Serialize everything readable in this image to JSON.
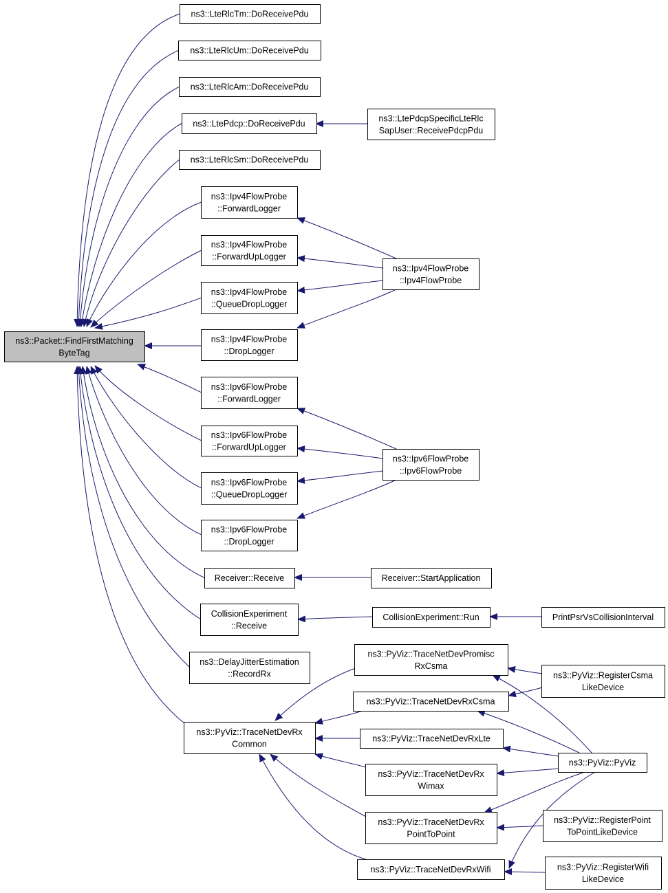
{
  "colors": {
    "edge": "#191970",
    "node_border": "#000000",
    "node_fill": "#ffffff",
    "focus_fill": "#bfbfbf",
    "text": "#000000"
  },
  "nodes": [
    {
      "id": "focus",
      "lines": [
        "ns3::Packet::FindFirstMatching",
        "ByteTag"
      ],
      "focus": true
    },
    {
      "id": "rlc_tm",
      "lines": [
        "ns3::LteRlcTm::DoReceivePdu"
      ]
    },
    {
      "id": "rlc_um",
      "lines": [
        "ns3::LteRlcUm::DoReceivePdu"
      ]
    },
    {
      "id": "rlc_am",
      "lines": [
        "ns3::LteRlcAm::DoReceivePdu"
      ]
    },
    {
      "id": "pdcp",
      "lines": [
        "ns3::LtePdcp::DoReceivePdu"
      ]
    },
    {
      "id": "pdcp_sap",
      "lines": [
        "ns3::LtePdcpSpecificLteRlc",
        "SapUser::ReceivePdcpPdu"
      ]
    },
    {
      "id": "rlc_sm",
      "lines": [
        "ns3::LteRlcSm::DoReceivePdu"
      ]
    },
    {
      "id": "v4_fwd",
      "lines": [
        "ns3::Ipv4FlowProbe",
        "::ForwardLogger"
      ]
    },
    {
      "id": "v4_fwdup",
      "lines": [
        "ns3::Ipv4FlowProbe",
        "::ForwardUpLogger"
      ]
    },
    {
      "id": "v4_qdrop",
      "lines": [
        "ns3::Ipv4FlowProbe",
        "::QueueDropLogger"
      ]
    },
    {
      "id": "v4_drop",
      "lines": [
        "ns3::Ipv4FlowProbe",
        "::DropLogger"
      ]
    },
    {
      "id": "v4_ctor",
      "lines": [
        "ns3::Ipv4FlowProbe",
        "::Ipv4FlowProbe"
      ]
    },
    {
      "id": "v6_fwd",
      "lines": [
        "ns3::Ipv6FlowProbe",
        "::ForwardLogger"
      ]
    },
    {
      "id": "v6_fwdup",
      "lines": [
        "ns3::Ipv6FlowProbe",
        "::ForwardUpLogger"
      ]
    },
    {
      "id": "v6_qdrop",
      "lines": [
        "ns3::Ipv6FlowProbe",
        "::QueueDropLogger"
      ]
    },
    {
      "id": "v6_drop",
      "lines": [
        "ns3::Ipv6FlowProbe",
        "::DropLogger"
      ]
    },
    {
      "id": "v6_ctor",
      "lines": [
        "ns3::Ipv6FlowProbe",
        "::Ipv6FlowProbe"
      ]
    },
    {
      "id": "recv",
      "lines": [
        "Receiver::Receive"
      ]
    },
    {
      "id": "recv_start",
      "lines": [
        "Receiver::StartApplication"
      ]
    },
    {
      "id": "coll_recv",
      "lines": [
        "CollisionExperiment",
        "::Receive"
      ]
    },
    {
      "id": "coll_run",
      "lines": [
        "CollisionExperiment::Run"
      ]
    },
    {
      "id": "print_psr",
      "lines": [
        "PrintPsrVsCollisionInterval"
      ]
    },
    {
      "id": "delay",
      "lines": [
        "ns3::DelayJitterEstimation",
        "::RecordRx"
      ]
    },
    {
      "id": "tr_common",
      "lines": [
        "ns3::PyViz::TraceNetDevRx",
        "Common"
      ]
    },
    {
      "id": "tr_promisc",
      "lines": [
        "ns3::PyViz::TraceNetDevPromisc",
        "RxCsma"
      ]
    },
    {
      "id": "reg_csma",
      "lines": [
        "ns3::PyViz::RegisterCsma",
        "LikeDevice"
      ]
    },
    {
      "id": "tr_csma",
      "lines": [
        "ns3::PyViz::TraceNetDevRxCsma"
      ]
    },
    {
      "id": "tr_lte",
      "lines": [
        "ns3::PyViz::TraceNetDevRxLte"
      ]
    },
    {
      "id": "pyviz",
      "lines": [
        "ns3::PyViz::PyViz"
      ]
    },
    {
      "id": "tr_wimax",
      "lines": [
        "ns3::PyViz::TraceNetDevRx",
        "Wimax"
      ]
    },
    {
      "id": "tr_p2p",
      "lines": [
        "ns3::PyViz::TraceNetDevRx",
        "PointToPoint"
      ]
    },
    {
      "id": "reg_p2p",
      "lines": [
        "ns3::PyViz::RegisterPoint",
        "ToPointLikeDevice"
      ]
    },
    {
      "id": "tr_wifi",
      "lines": [
        "ns3::PyViz::TraceNetDevRxWifi"
      ]
    },
    {
      "id": "reg_wifi",
      "lines": [
        "ns3::PyViz::RegisterWifi",
        "LikeDevice"
      ]
    }
  ],
  "edges": [
    {
      "from": "rlc_tm",
      "to": "focus"
    },
    {
      "from": "rlc_um",
      "to": "focus"
    },
    {
      "from": "rlc_am",
      "to": "focus"
    },
    {
      "from": "pdcp",
      "to": "focus"
    },
    {
      "from": "rlc_sm",
      "to": "focus"
    },
    {
      "from": "v4_fwd",
      "to": "focus"
    },
    {
      "from": "v4_fwdup",
      "to": "focus"
    },
    {
      "from": "v4_qdrop",
      "to": "focus"
    },
    {
      "from": "v4_drop",
      "to": "focus"
    },
    {
      "from": "v6_fwd",
      "to": "focus"
    },
    {
      "from": "v6_fwdup",
      "to": "focus"
    },
    {
      "from": "v6_qdrop",
      "to": "focus"
    },
    {
      "from": "v6_drop",
      "to": "focus"
    },
    {
      "from": "recv",
      "to": "focus"
    },
    {
      "from": "coll_recv",
      "to": "focus"
    },
    {
      "from": "delay",
      "to": "focus"
    },
    {
      "from": "tr_common",
      "to": "focus"
    },
    {
      "from": "pdcp_sap",
      "to": "pdcp"
    },
    {
      "from": "v4_ctor",
      "to": "v4_fwd"
    },
    {
      "from": "v4_ctor",
      "to": "v4_fwdup"
    },
    {
      "from": "v4_ctor",
      "to": "v4_qdrop"
    },
    {
      "from": "v4_ctor",
      "to": "v4_drop"
    },
    {
      "from": "v6_ctor",
      "to": "v6_fwd"
    },
    {
      "from": "v6_ctor",
      "to": "v6_fwdup"
    },
    {
      "from": "v6_ctor",
      "to": "v6_qdrop"
    },
    {
      "from": "v6_ctor",
      "to": "v6_drop"
    },
    {
      "from": "recv_start",
      "to": "recv"
    },
    {
      "from": "coll_run",
      "to": "coll_recv"
    },
    {
      "from": "print_psr",
      "to": "coll_run"
    },
    {
      "from": "tr_promisc",
      "to": "tr_common"
    },
    {
      "from": "tr_csma",
      "to": "tr_common"
    },
    {
      "from": "tr_lte",
      "to": "tr_common"
    },
    {
      "from": "tr_wimax",
      "to": "tr_common"
    },
    {
      "from": "tr_p2p",
      "to": "tr_common"
    },
    {
      "from": "tr_wifi",
      "to": "tr_common"
    },
    {
      "from": "reg_csma",
      "to": "tr_promisc"
    },
    {
      "from": "reg_csma",
      "to": "tr_csma"
    },
    {
      "from": "pyviz",
      "to": "tr_promisc"
    },
    {
      "from": "pyviz",
      "to": "tr_csma"
    },
    {
      "from": "pyviz",
      "to": "tr_lte"
    },
    {
      "from": "pyviz",
      "to": "tr_wimax"
    },
    {
      "from": "pyviz",
      "to": "tr_p2p"
    },
    {
      "from": "pyviz",
      "to": "tr_wifi"
    },
    {
      "from": "reg_p2p",
      "to": "tr_p2p"
    },
    {
      "from": "reg_wifi",
      "to": "tr_wifi"
    }
  ]
}
